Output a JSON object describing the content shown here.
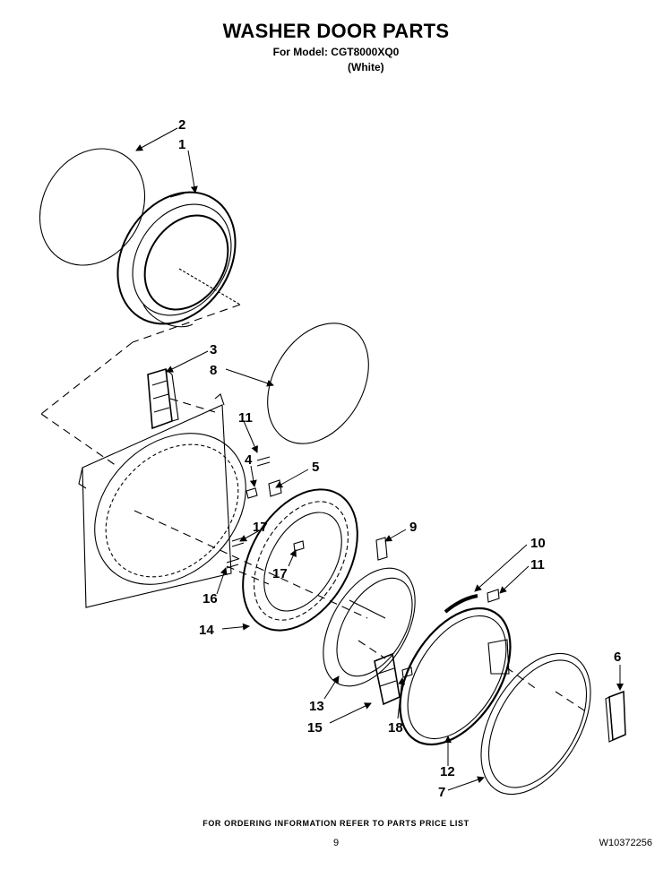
{
  "header": {
    "title": "WASHER DOOR PARTS",
    "model_line": "For Model: CGT8000XQ0",
    "color_line": "(White)"
  },
  "callouts": [
    {
      "id": "1",
      "text": "1"
    },
    {
      "id": "2",
      "text": "2"
    },
    {
      "id": "3",
      "text": "3"
    },
    {
      "id": "4",
      "text": "4"
    },
    {
      "id": "5",
      "text": "5"
    },
    {
      "id": "6",
      "text": "6"
    },
    {
      "id": "7",
      "text": "7"
    },
    {
      "id": "8",
      "text": "8"
    },
    {
      "id": "9",
      "text": "9"
    },
    {
      "id": "10",
      "text": "10"
    },
    {
      "id": "11a",
      "text": "11"
    },
    {
      "id": "11b",
      "text": "11"
    },
    {
      "id": "12",
      "text": "12"
    },
    {
      "id": "13",
      "text": "13"
    },
    {
      "id": "14",
      "text": "14"
    },
    {
      "id": "15",
      "text": "15"
    },
    {
      "id": "16",
      "text": "16"
    },
    {
      "id": "17a",
      "text": "17"
    },
    {
      "id": "17b",
      "text": "17"
    },
    {
      "id": "18",
      "text": "18"
    }
  ],
  "footer": {
    "note": "FOR ORDERING INFORMATION REFER TO PARTS PRICE LIST",
    "page": "9",
    "doc_number": "W10372256"
  }
}
